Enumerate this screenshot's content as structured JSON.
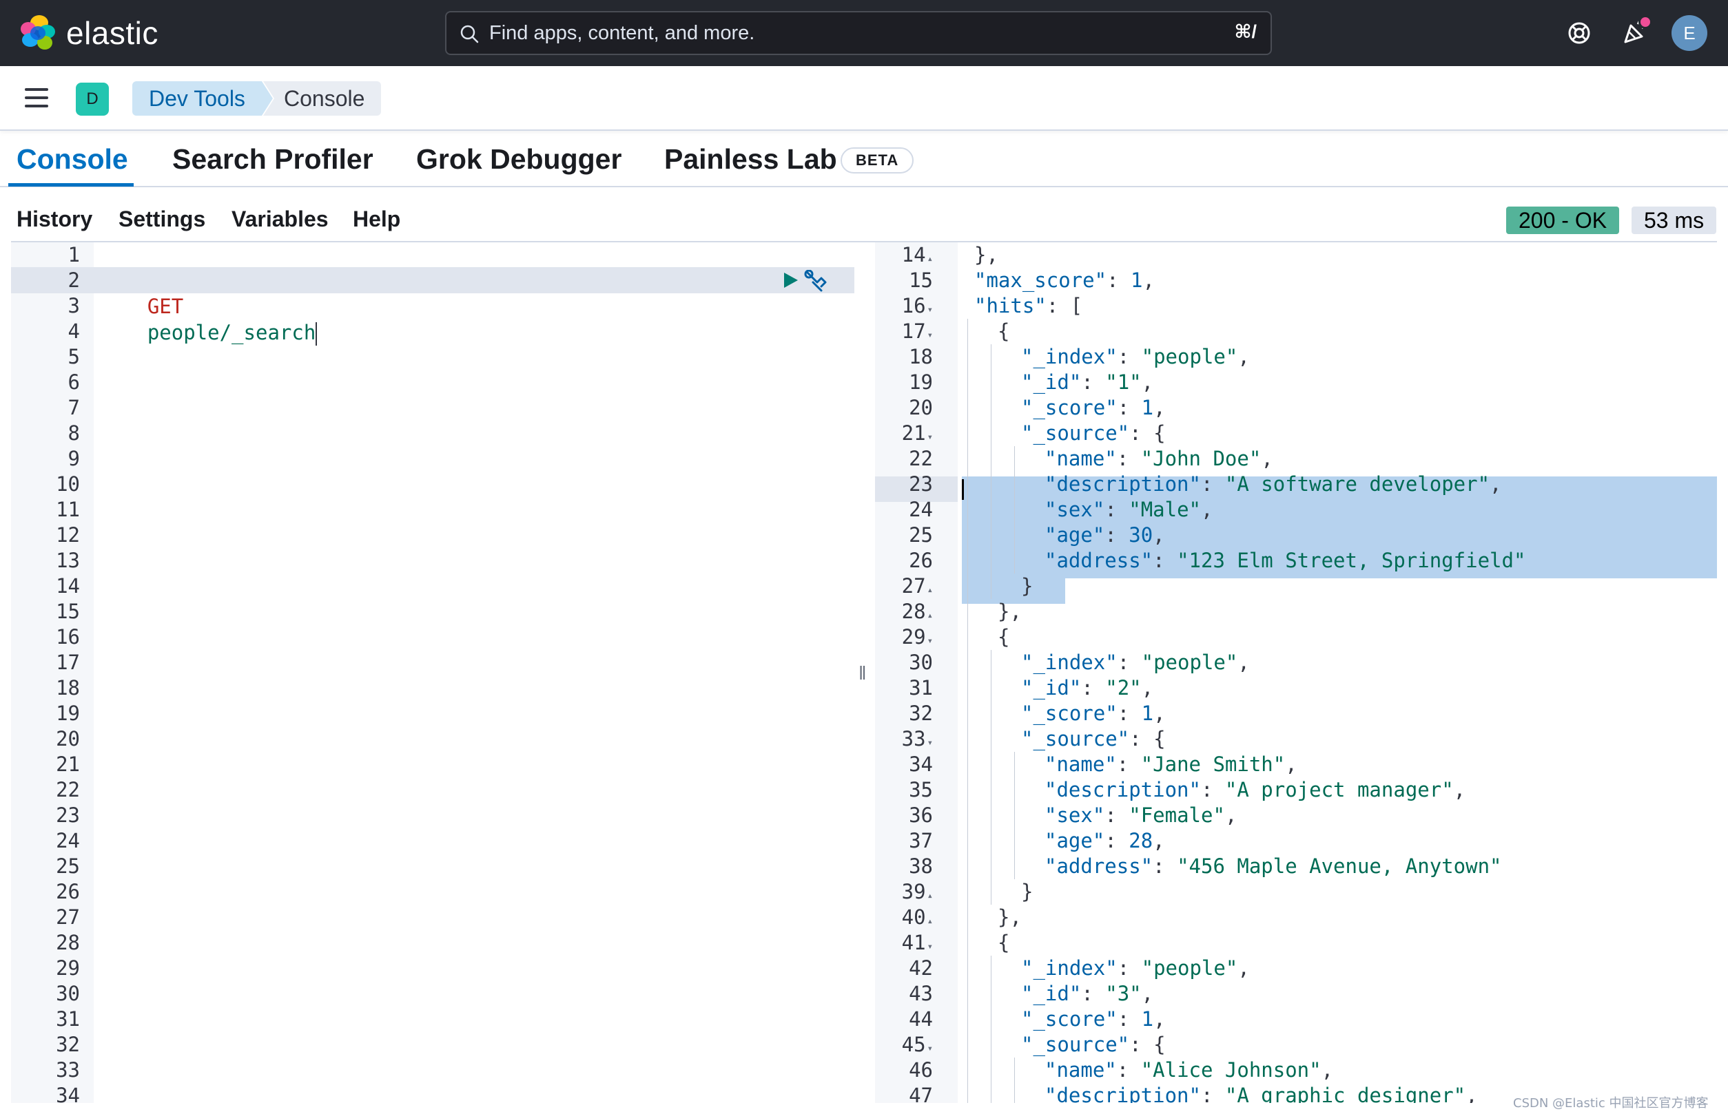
{
  "header": {
    "brand": "elastic",
    "search_placeholder": "Find apps, content, and more.",
    "shortcut": "⌘/",
    "avatar_initial": "E",
    "icons": [
      "help-icon",
      "newsfeed-icon"
    ]
  },
  "breadcrumbs": {
    "space_initial": "D",
    "items": [
      "Dev Tools",
      "Console"
    ]
  },
  "tabs": [
    {
      "label": "Console",
      "active": true
    },
    {
      "label": "Search Profiler",
      "active": false
    },
    {
      "label": "Grok Debugger",
      "active": false
    },
    {
      "label": "Painless Lab",
      "active": false
    }
  ],
  "beta_badge": "BETA",
  "subnav": [
    "History",
    "Settings",
    "Variables",
    "Help"
  ],
  "response_status": {
    "code": "200 - OK",
    "time": "53 ms"
  },
  "request_editor": {
    "line_numbers": [
      "1",
      "2",
      "3",
      "4",
      "5",
      "6",
      "7",
      "8",
      "9",
      "10",
      "11",
      "12",
      "13",
      "14",
      "15",
      "16",
      "17",
      "18",
      "19",
      "20",
      "21",
      "22",
      "23",
      "24",
      "25",
      "26",
      "27",
      "28",
      "29",
      "30",
      "31",
      "32",
      "33",
      "34"
    ],
    "method": "GET",
    "path": "people/_search"
  },
  "response_editor": {
    "line_numbers": [
      "14",
      "15",
      "16",
      "17",
      "18",
      "19",
      "20",
      "21",
      "22",
      "23",
      "24",
      "25",
      "26",
      "27",
      "28",
      "29",
      "30",
      "31",
      "32",
      "33",
      "34",
      "35",
      "36",
      "37",
      "38",
      "39",
      "40",
      "41",
      "42",
      "43",
      "44",
      "45",
      "46",
      "47"
    ],
    "lines": [
      "},",
      "\"max_score\": 1,",
      "\"hits\": [",
      "{",
      "\"_index\": \"people\",",
      "\"_id\": \"1\",",
      "\"_score\": 1,",
      "\"_source\": {",
      "\"name\": \"John Doe\",",
      "\"description\": \"A software developer\",",
      "\"sex\": \"Male\",",
      "\"age\": 30,",
      "\"address\": \"123 Elm Street, Springfield\"",
      "}",
      "},",
      "{",
      "\"_index\": \"people\",",
      "\"_id\": \"2\",",
      "\"_score\": 1,",
      "\"_source\": {",
      "\"name\": \"Jane Smith\",",
      "\"description\": \"A project manager\",",
      "\"sex\": \"Female\",",
      "\"age\": 28,",
      "\"address\": \"456 Maple Avenue, Anytown\"",
      "}",
      "},",
      "{",
      "\"_index\": \"people\",",
      "\"_id\": \"3\",",
      "\"_score\": 1,",
      "\"_source\": {",
      "\"name\": \"Alice Johnson\",",
      "\"description\": \"A graphic designer\","
    ]
  },
  "watermark": "CSDN @Elastic 中国社区官方博客",
  "colors": {
    "header_bg": "#25282f",
    "accent": "#0071c2",
    "status_ok": "#54b399",
    "selection": "#b6d2ee"
  }
}
